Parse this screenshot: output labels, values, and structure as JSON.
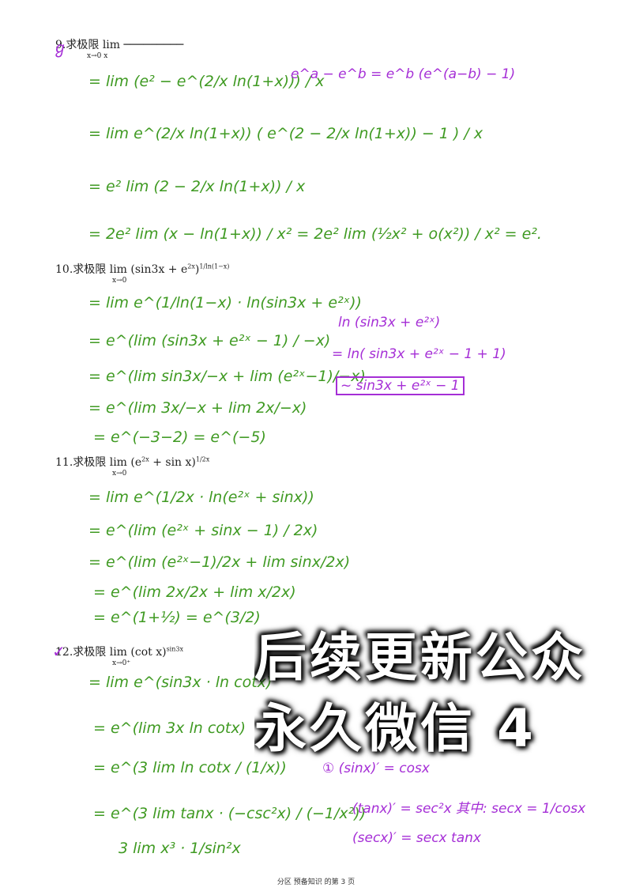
{
  "problems": [
    {
      "label": "9.求极限",
      "expr": "lim  ─────────",
      "sub": "x→0            x"
    },
    {
      "label": "10.求极限",
      "expr": "lim (sin3x + e",
      "sup": "2x",
      "tail": ")",
      "exp": "1/ln(1−x)",
      "sub": "x→0"
    },
    {
      "label": "11.求极限",
      "expr": "lim (e",
      "sup": "2x",
      "tail": " + sin x)",
      "exp": "1/2x",
      "sub": "x→0"
    },
    {
      "label": "12.求极限",
      "expr": "lim (cot x)",
      "exp": "sin3x",
      "sub": "x→0⁺"
    }
  ],
  "green_lines": [
    "= lim  (e² − e^(2/x ln(1+x))) / x",
    "= lim  e^(2/x ln(1+x)) ( e^(2 − 2/x ln(1+x)) − 1 ) / x",
    "= e² lim  (2 − 2/x ln(1+x)) / x",
    "= 2e² lim  (x − ln(1+x)) / x²  = 2e² lim  (½x² + o(x²)) / x²  = e².",
    "= lim  e^(1/ln(1−x) · ln(sin3x + e²ˣ))",
    "= e^(lim (sin3x + e²ˣ − 1) / −x)",
    "= e^(lim sin3x/−x + lim (e²ˣ−1)/−x)",
    "= e^(lim 3x/−x + lim 2x/−x)",
    "= e^(−3−2)   = e^(−5)",
    "= lim  e^(1/2x · ln(e²ˣ + sinx))",
    "= e^(lim (e²ˣ + sinx − 1) / 2x)",
    "= e^(lim (e²ˣ−1)/2x + lim sinx/2x)",
    "= e^(lim 2x/2x + lim x/2x)",
    "= e^(1+½)   = e^(3/2)",
    "= lim  e^(sin3x · ln cotx)",
    "= e^(lim 3x ln cotx)",
    "= e^(3 lim  ln cotx / (1/x))",
    "= e^(3 lim  tanx · (−csc²x) / (−1/x²))",
    "3 lim  x³ · 1/sin²x"
  ],
  "purple_notes": [
    "e^a − e^b = e^b (e^(a−b) − 1)",
    "ln (sin3x + e²ˣ)",
    "= ln( sin3x + e²ˣ − 1 + 1)",
    "~ sin3x + e²ˣ − 1",
    "① (sinx)′ = cosx",
    "(tanx)′ = sec²x   其中: secx = 1/cosx",
    "(secx)′ = secx tanx"
  ],
  "overlay": {
    "line1": "后续更新公众",
    "line2": "永久微信 4"
  },
  "footer": "分区 预备知识 的第 3 页"
}
